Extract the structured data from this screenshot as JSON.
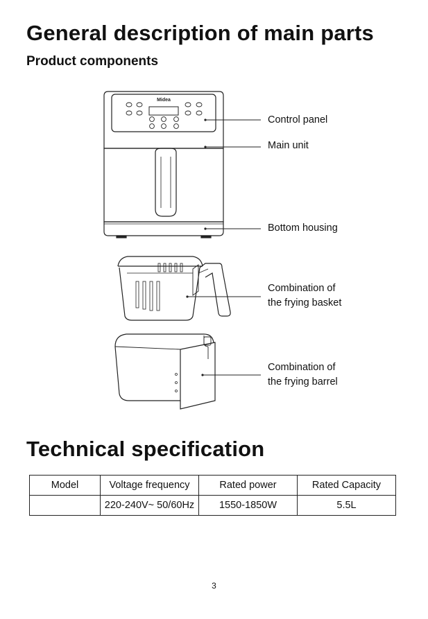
{
  "header": {
    "title": "General description of main parts",
    "subtitle": "Product components"
  },
  "illustration": {
    "brand_logo_text": "Midea",
    "callouts": [
      {
        "lines": [
          "Control panel"
        ]
      },
      {
        "lines": [
          "Main unit"
        ]
      },
      {
        "lines": [
          "Bottom housing"
        ]
      },
      {
        "lines": [
          "Combination of",
          "the frying basket"
        ]
      },
      {
        "lines": [
          "Combination of",
          "the frying barrel"
        ]
      }
    ]
  },
  "spec": {
    "title": "Technical specification",
    "columns": [
      "Model",
      "Voltage frequency",
      "Rated power",
      "Rated Capacity"
    ],
    "values": [
      "",
      "220-240V~ 50/60Hz",
      "1550-1850W",
      "5.5L"
    ]
  },
  "footer": {
    "page_number": "3"
  }
}
